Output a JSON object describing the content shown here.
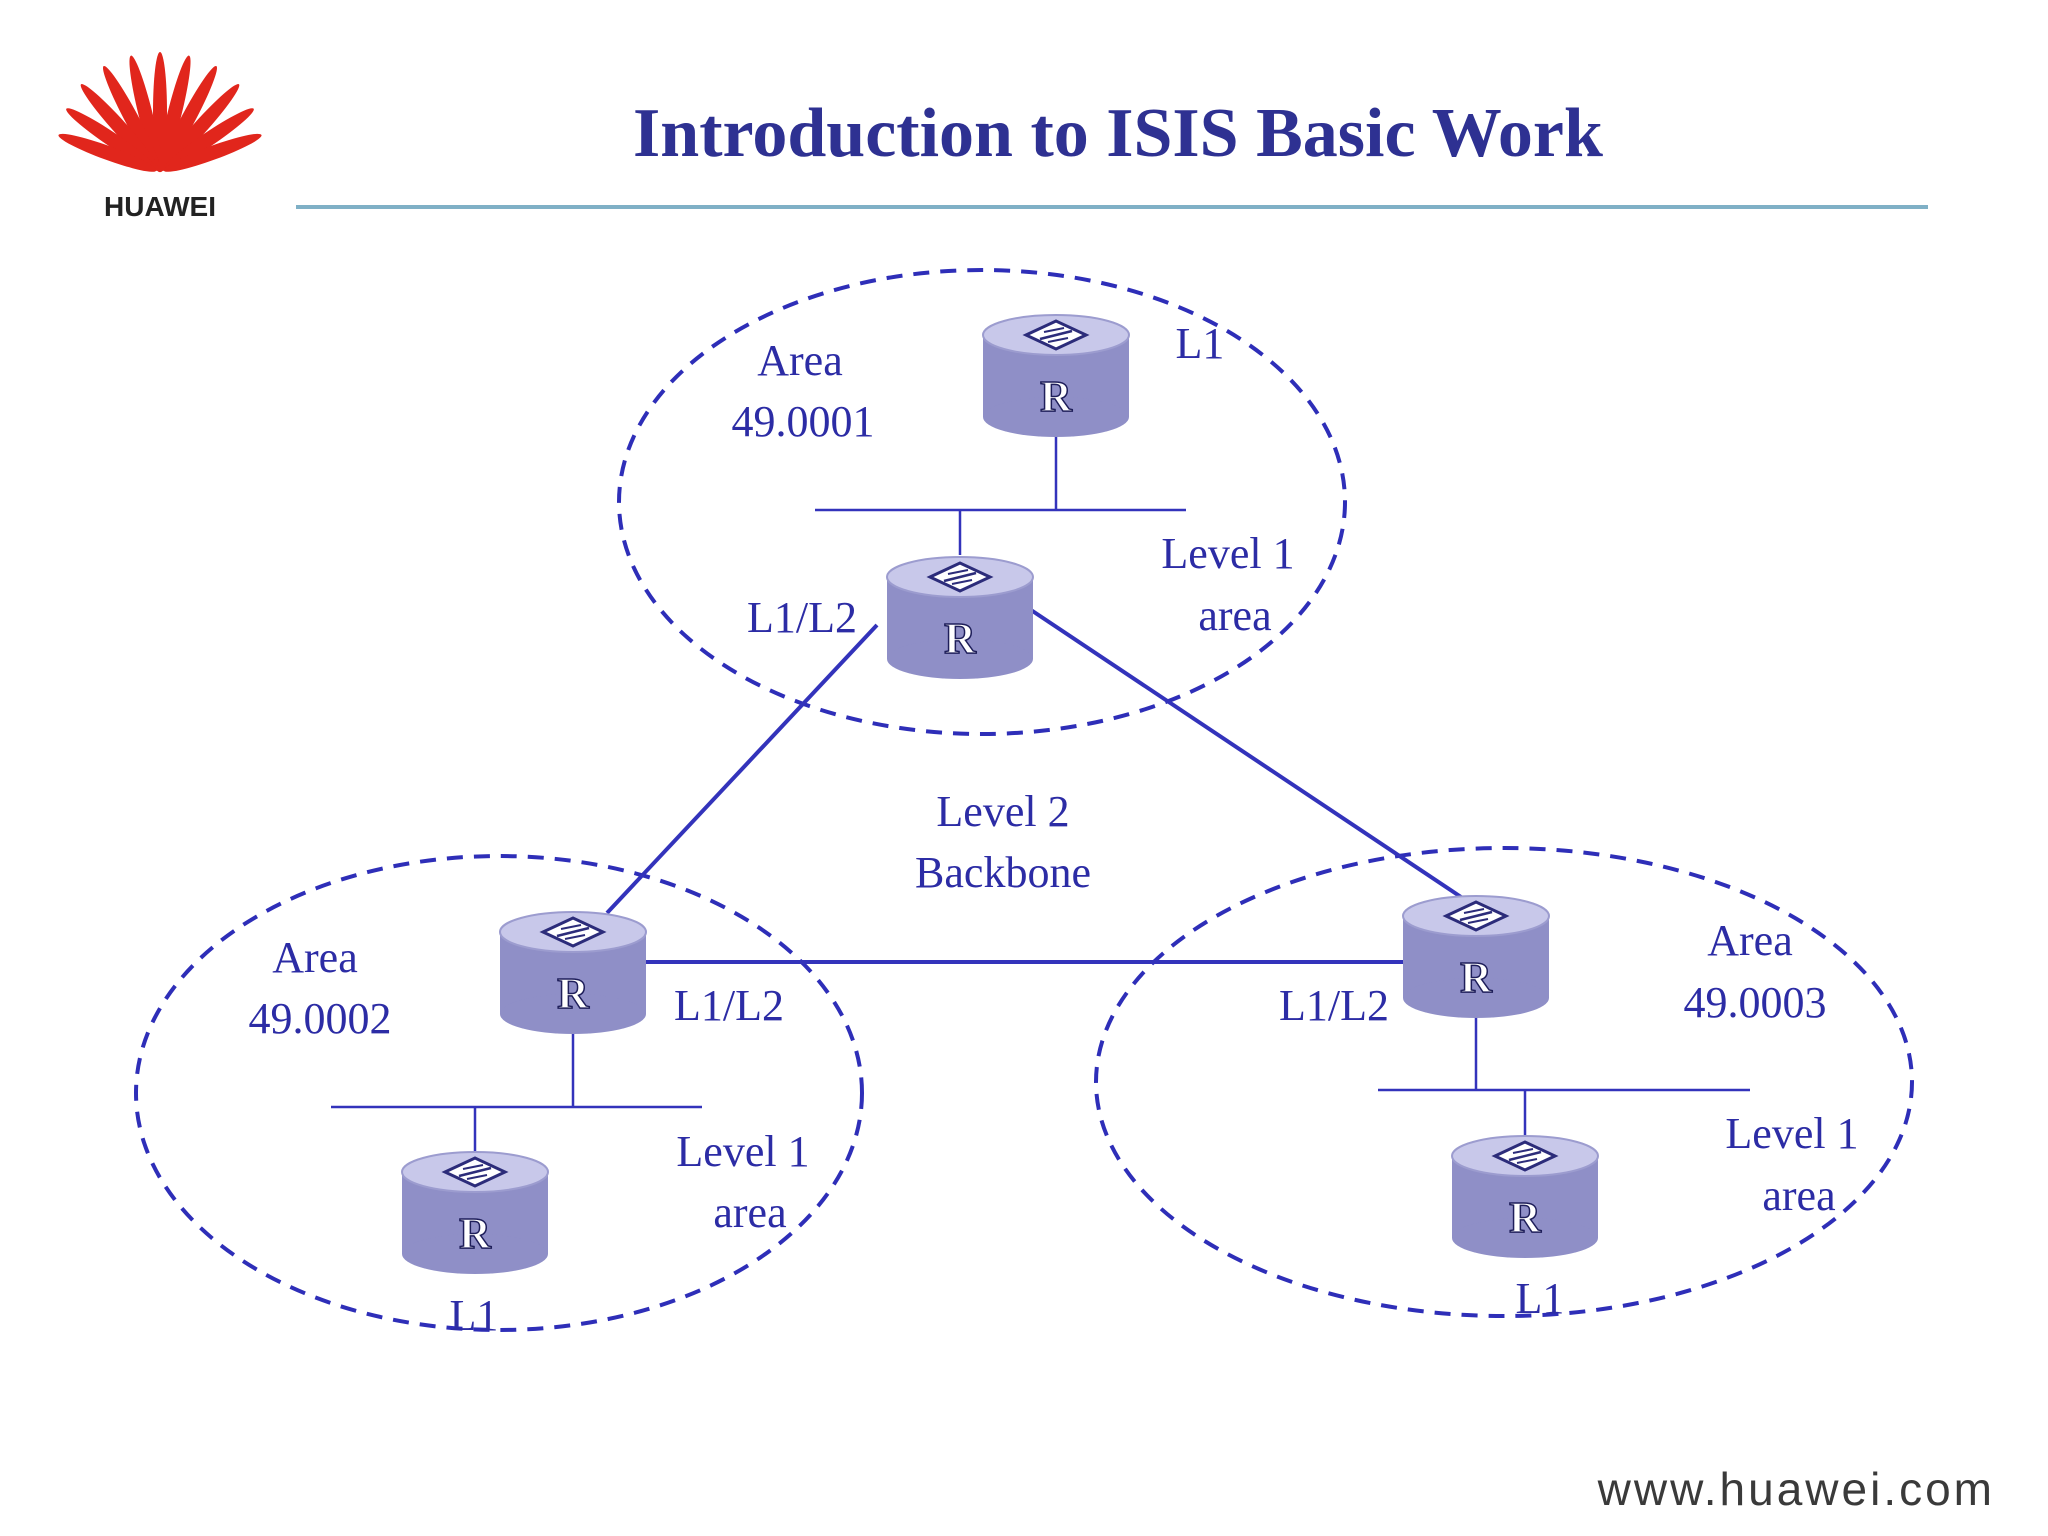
{
  "slide": {
    "title": "Introduction to ISIS Basic Work",
    "logo_text": "HUAWEI",
    "footer_url": "www.huawei.com"
  },
  "colors": {
    "title": "#2E3192",
    "diagram_text": "#2C2CA5",
    "line": "#3333BB",
    "dashed": "#2E2EB8",
    "router_top": "#C8C8EA",
    "router_body": "#8F8FC7",
    "rule": "#7FB0C6",
    "logo_red": "#E1261C"
  },
  "router_icon_letter": "R",
  "areas": [
    {
      "name_line1": "Area",
      "name_line2": "49.0001",
      "level_line1": "Level 1",
      "level_line2": "area"
    },
    {
      "name_line1": "Area",
      "name_line2": "49.0002",
      "level_line1": "Level 1",
      "level_line2": "area"
    },
    {
      "name_line1": "Area",
      "name_line2": "49.0003",
      "level_line1": "Level 1",
      "level_line2": "area"
    }
  ],
  "routers": [
    {
      "id": "r1-top",
      "role": "L1"
    },
    {
      "id": "r1-abr",
      "role": "L1/L2"
    },
    {
      "id": "r2-abr",
      "role": "L1/L2"
    },
    {
      "id": "r2-leaf",
      "role": "L1"
    },
    {
      "id": "r3-abr",
      "role": "L1/L2"
    },
    {
      "id": "r3-leaf",
      "role": "L1"
    }
  ],
  "backbone": {
    "line1": "Level 2",
    "line2": "Backbone"
  }
}
